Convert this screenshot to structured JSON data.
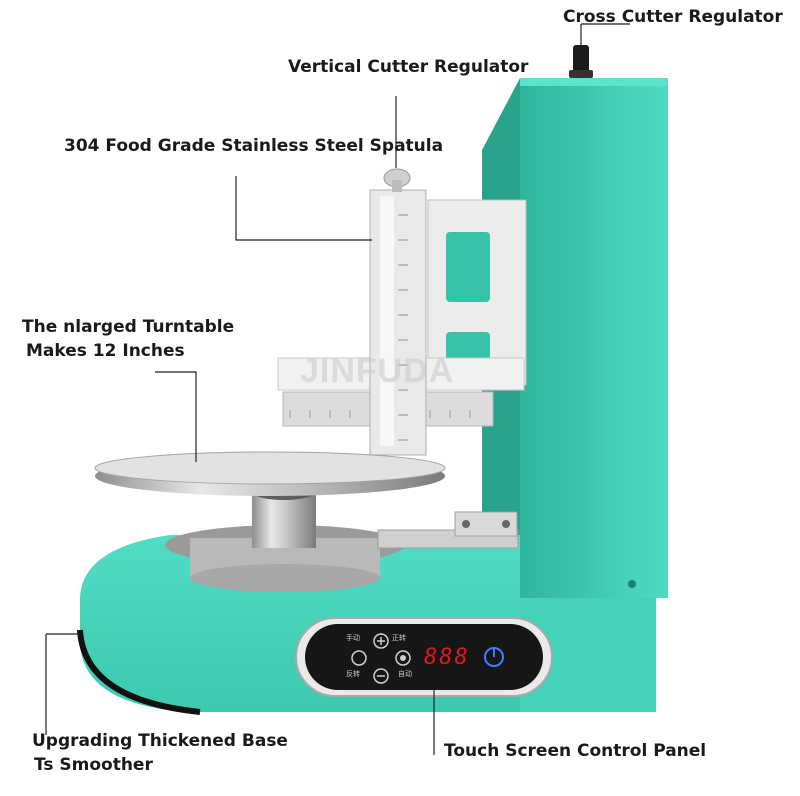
{
  "labels": {
    "cross_cutter": "Cross Cutter Regulator",
    "vertical_cutter": "Vertical Cutter Regulator",
    "spatula": "304 Food Grade Stainless Steel Spatula",
    "turntable_line1": "The nlarged Turntable",
    "turntable_line2": "Makes 12 Inches",
    "base_line1": "Upgrading Thickened Base",
    "base_line2": "Ts Smoother",
    "panel": "Touch Screen Control Panel"
  },
  "watermark": "JINFUDA",
  "control_panel": {
    "display": "888",
    "btn_tl": "正转",
    "btn_tr": "手动",
    "btn_bl": "反转",
    "btn_br": "自动"
  },
  "colors": {
    "machine_body": "#45d6bc",
    "machine_shadow": "#2fb59c",
    "background": "#ffffff",
    "led": "#e01818"
  }
}
